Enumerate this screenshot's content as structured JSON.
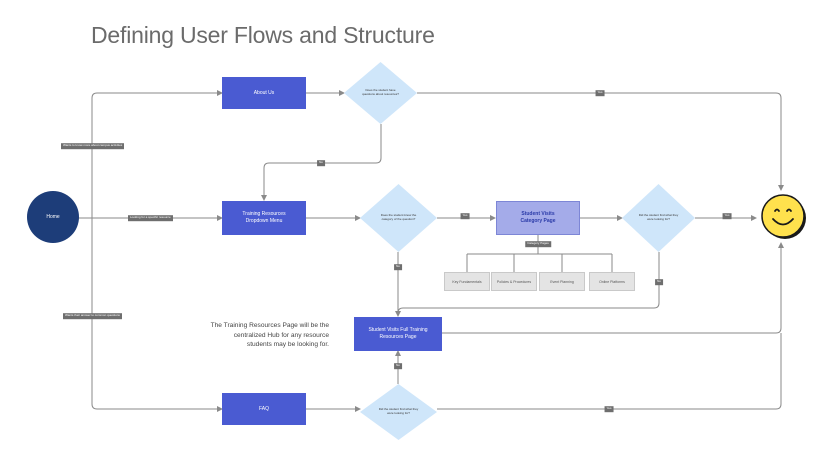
{
  "title": "Defining User Flows and Structure",
  "nodes": {
    "home": "Home",
    "about_us": "About Us",
    "training_dropdown": "Training Resources Dropdown Menu",
    "category_page": "Student Visits Category Page",
    "full_training_page": "Student Visits Full Training Resources Page",
    "faq": "FAQ"
  },
  "decisions": {
    "about_q": "Does the student have questions about resources?",
    "dropdown_q": "Does the student know the category of the question?",
    "category_q": "Did the student find what they were looking for?",
    "faq_q": "Did the student find what they were looking for?"
  },
  "subpages": [
    "Key Fundamentals",
    "Policies & Procedures",
    "Event Planning",
    "Online Platforms"
  ],
  "labels": {
    "branch_about": "Wants to know more about campus activities",
    "branch_training": "Looking for a specific resource",
    "branch_faq": "Wants their answer to common questions",
    "yes": "Yes",
    "no": "No",
    "category_pages": "Category Pages"
  },
  "note": "The Training Resources Page will be the centralized Hub for any resource students may be looking for.",
  "colors": {
    "home": "#1d3d79",
    "process": "#4a5bd2",
    "category": "#a4abe9",
    "decision": "#cfe6fa",
    "subpage": "#e4e4e4",
    "goal": "#ffe14d",
    "connector": "#8a8a8a"
  },
  "icons": {
    "goal": "smiley-face-icon"
  }
}
